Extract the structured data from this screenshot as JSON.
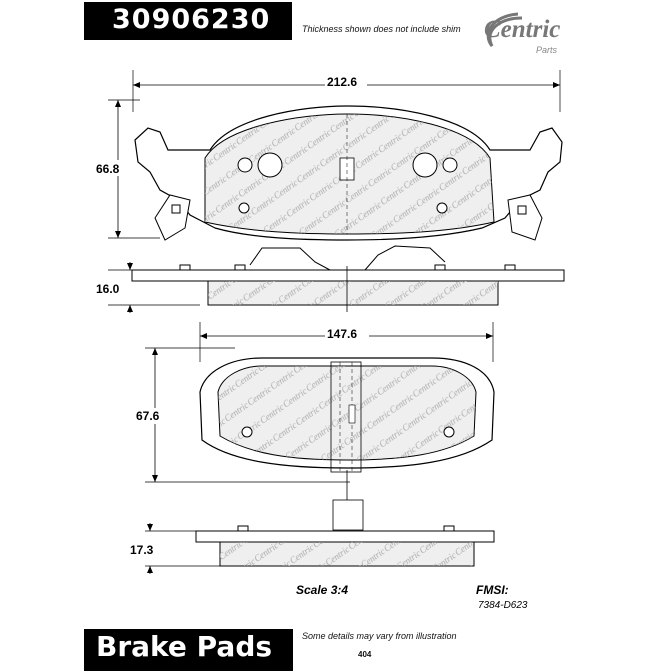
{
  "header": {
    "part_number": "30906230",
    "thickness_note": "Thickness shown does not include shim",
    "brand_name": "Centric",
    "brand_sub": "Parts"
  },
  "dimensions": {
    "outer_width": "212.6",
    "outer_height": "66.8",
    "outer_thickness": "16.0",
    "inner_width": "147.6",
    "inner_height": "67.6",
    "inner_thickness": "17.3"
  },
  "info": {
    "scale": "Scale 3:4",
    "fmsi_label": "FMSI:",
    "fmsi_code": "7384-D623"
  },
  "footer": {
    "title": "Brake Pads",
    "disclaimer": "Some details may vary from illustration",
    "code": "404"
  },
  "colors": {
    "pad_fill": "#eeeeee",
    "line": "#000000",
    "header_bg": "#000000",
    "header_text": "#ffffff"
  }
}
